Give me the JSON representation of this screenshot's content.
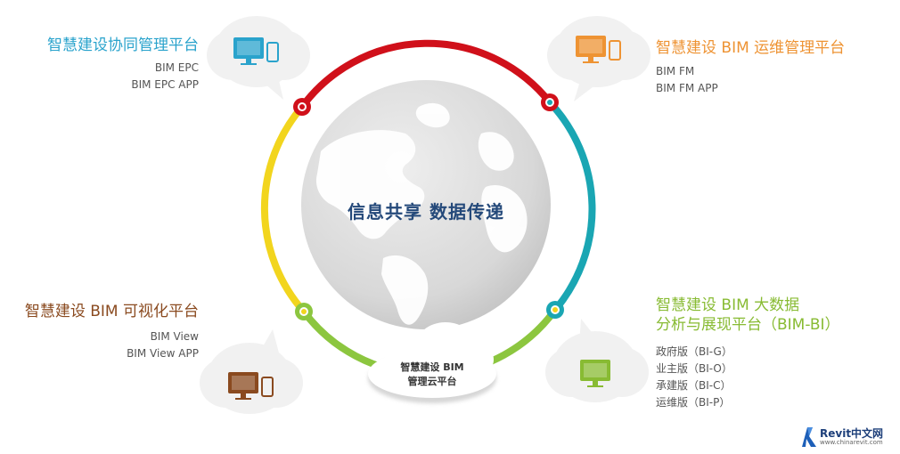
{
  "center": {
    "text": "信息共享 数据传递"
  },
  "cloud": {
    "line1": "智慧建设 BIM",
    "line2": "管理云平台"
  },
  "nodes": [
    {
      "title": "智慧建设协同管理平台",
      "items": [
        "BIM EPC",
        "BIM EPC APP"
      ],
      "color": "#2aa3cc"
    },
    {
      "title": "智慧建设 BIM 运维管理平台",
      "items": [
        "BIM FM",
        "BIM FM APP"
      ],
      "color": "#ee9333"
    },
    {
      "title": "智慧建设 BIM 可视化平台",
      "items": [
        "BIM View",
        "BIM View APP"
      ],
      "color": "#8a4a1f"
    },
    {
      "title_line1": "智慧建设 BIM 大数据",
      "title_line2": "分析与展现平台（BIM-BI）",
      "items": [
        "政府版（BI-G）",
        "业主版（BI-O）",
        "承建版（BI-C）",
        "运维版（BI-P）"
      ],
      "color": "#88bb33"
    }
  ],
  "ring_colors": {
    "top": "#d0101a",
    "right": "#1aa6b3",
    "bottom": "#8cc63f",
    "left": "#f2d51e"
  },
  "logo": {
    "brand": "Revit中文网",
    "url": "www.chinarevit.com"
  }
}
